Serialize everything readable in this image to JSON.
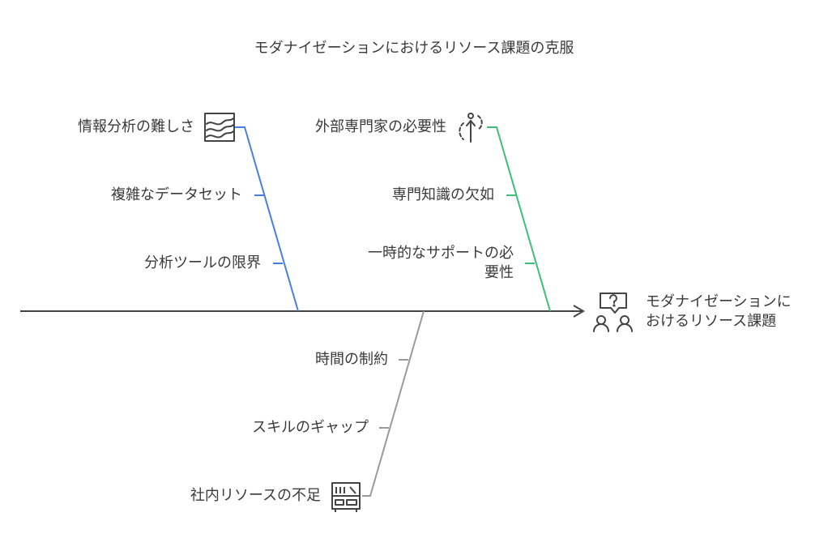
{
  "title": "モダナイゼーションにおけるリソース課題の克服",
  "head": {
    "line1": "モダナイゼーションに",
    "line2": "おけるリソース課題",
    "icon": "question-people-icon"
  },
  "branches": {
    "data": {
      "color": "#4a7fe0",
      "label": "情報分析の難しさ",
      "icon": "wave-chart-icon",
      "causes": [
        "複雑なデータセット",
        "分析ツールの限界"
      ]
    },
    "expert": {
      "color": "#3dbf7a",
      "label": "外部専門家の必要性",
      "icon": "person-dashed-circle-icon",
      "causes": [
        "専門知識の欠如",
        "一時的なサポートの必",
        "要性"
      ]
    },
    "internal": {
      "color": "#9a9a9a",
      "label": "社内リソースの不足",
      "icon": "bookshelf-icon",
      "causes": [
        "時間の制約",
        "スキルのギャップ"
      ]
    }
  },
  "spine_color": "#444444"
}
